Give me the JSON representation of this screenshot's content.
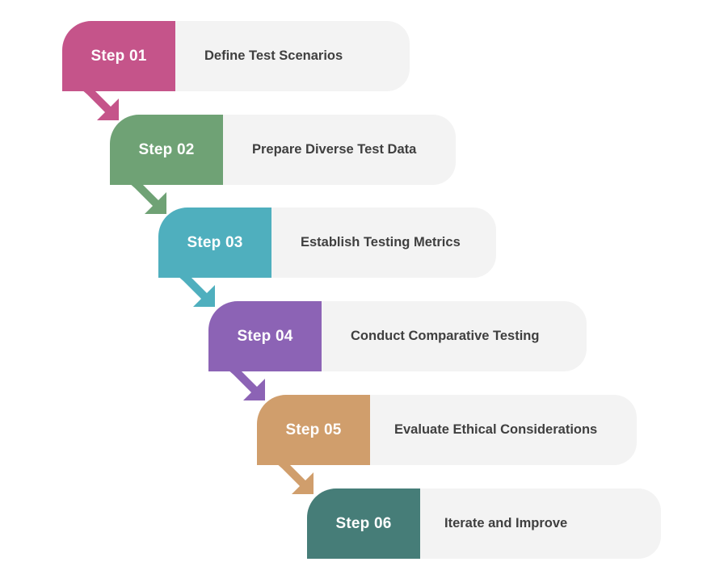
{
  "steps": [
    {
      "label": "Step 01",
      "text": "Define Test Scenarios",
      "color": "#c5548a"
    },
    {
      "label": "Step 02",
      "text": "Prepare Diverse Test Data",
      "color": "#6fa275"
    },
    {
      "label": "Step 03",
      "text": "Establish Testing Metrics",
      "color": "#4fafbe"
    },
    {
      "label": "Step 04",
      "text": "Conduct Comparative Testing",
      "color": "#8c63b5"
    },
    {
      "label": "Step 05",
      "text": "Evaluate Ethical Considerations",
      "color": "#d09e6c"
    },
    {
      "label": "Step 06",
      "text": "Iterate and Improve",
      "color": "#467d78"
    }
  ]
}
